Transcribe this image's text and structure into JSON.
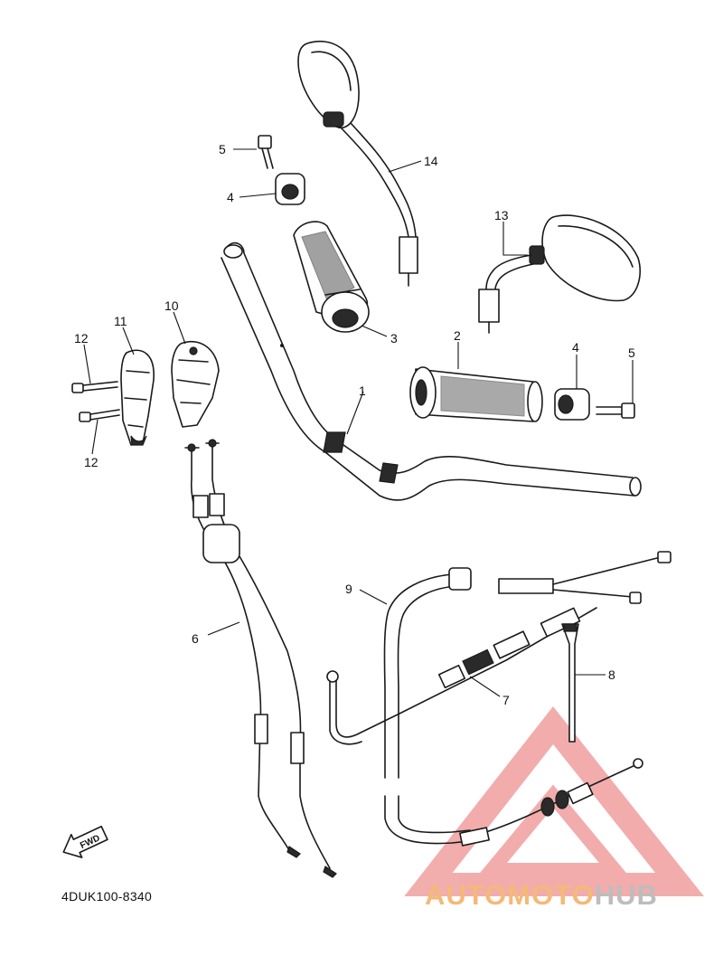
{
  "diagram": {
    "doc_code": "4DUK100-8340",
    "fwd_label": "FWD",
    "callouts": {
      "c1": "1",
      "c2": "2",
      "c3": "3",
      "c4a": "4",
      "c4b": "4",
      "c5a": "5",
      "c5b": "5",
      "c6": "6",
      "c7": "7",
      "c8": "8",
      "c9": "9",
      "c10": "10",
      "c11": "11",
      "c12a": "12",
      "c12b": "12",
      "c13": "13",
      "c14": "14"
    }
  },
  "watermark": {
    "brand_auto": "AUTOMOTO",
    "brand_hub": "HUB",
    "triangle_color": "#e86a6a",
    "auto_color": "#f5b977",
    "hub_color": "#bdbdbd"
  }
}
